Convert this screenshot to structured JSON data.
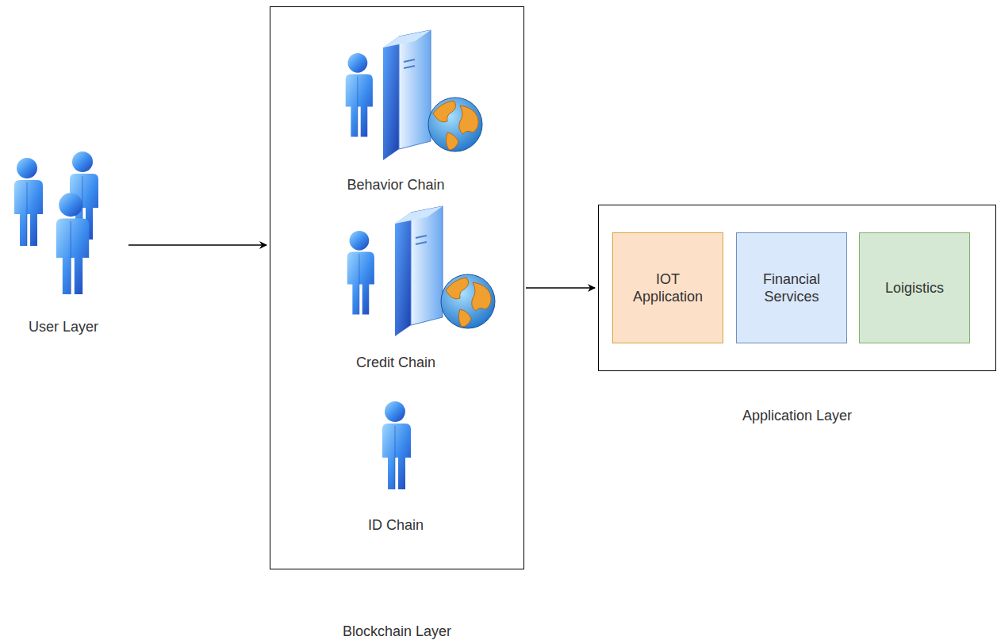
{
  "diagram": {
    "nodes": [
      {
        "text": [
          "User Layer"
        ]
      },
      {
        "text": [
          "Blockchain Layer"
        ]
      },
      {
        "text": [
          "Behavior Chain"
        ],
        "in": 1
      },
      {
        "text": [
          "Credit Chain"
        ],
        "in": 1
      },
      {
        "text": [
          "ID Chain"
        ],
        "in": 1
      },
      {
        "text": [
          "Application Layer"
        ]
      },
      {
        "text": [
          "IOT Application"
        ],
        "in": 5
      },
      {
        "text": [
          "Financial Services"
        ],
        "in": 5
      },
      {
        "text": [
          "Loigistics"
        ],
        "in": 5
      }
    ],
    "edges": [
      {
        "from": 0,
        "to": 1,
        "arrow": "to"
      },
      {
        "from": 1,
        "to": 5,
        "arrow": "to"
      }
    ]
  }
}
